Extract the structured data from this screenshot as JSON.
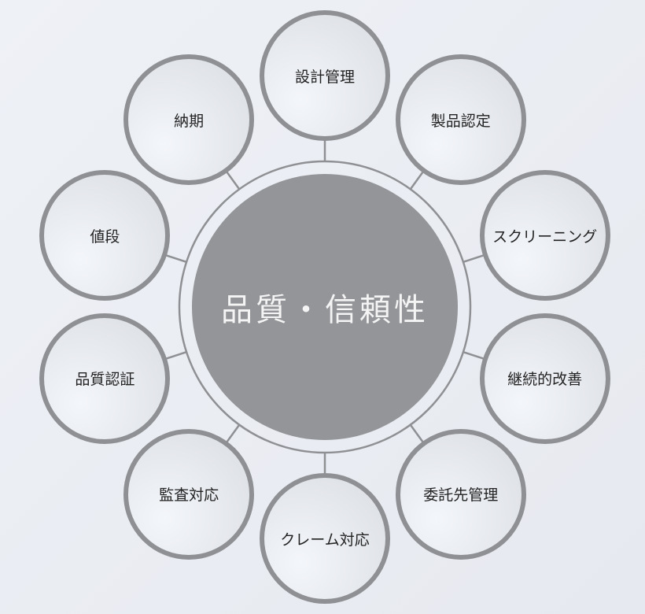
{
  "center": {
    "label": "品質・信頼性"
  },
  "nodes": [
    {
      "label": "設計管理"
    },
    {
      "label": "製品認定"
    },
    {
      "label": "スクリーニング"
    },
    {
      "label": "継続的改善"
    },
    {
      "label": "委託先管理"
    },
    {
      "label": "クレーム対応"
    },
    {
      "label": "監査対応"
    },
    {
      "label": "品質認証"
    },
    {
      "label": "値段"
    },
    {
      "label": "納期"
    }
  ],
  "colors": {
    "stroke": "#8e9094",
    "center_fill": "#939599"
  }
}
